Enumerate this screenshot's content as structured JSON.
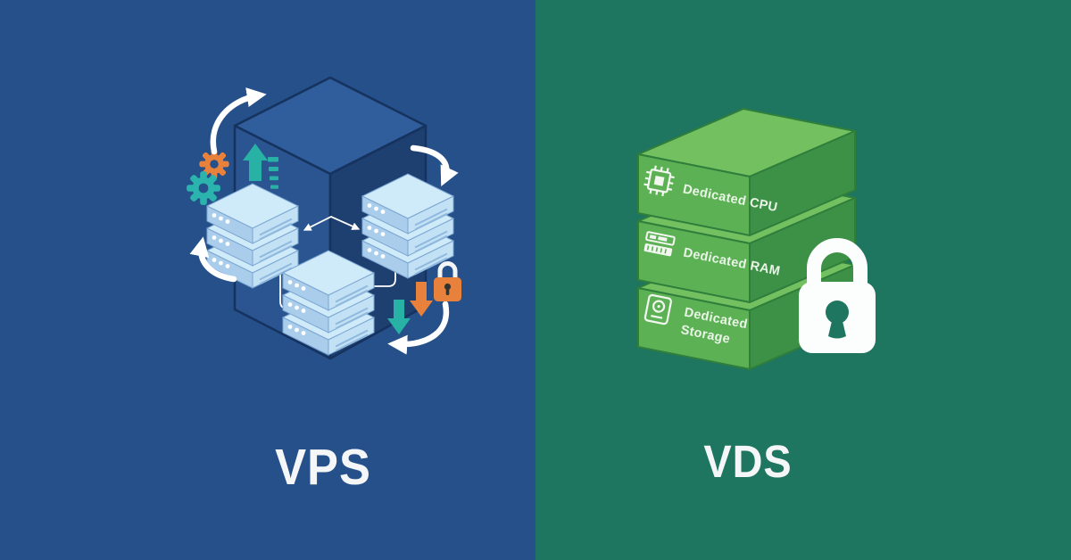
{
  "left_panel": {
    "title": "VPS",
    "background_color": "#26508a",
    "illustration": {
      "subject": "shared host cube with multiple virtual server stacks",
      "icons": [
        "gear-icon",
        "gear-icon",
        "up-arrow-icon",
        "server-stack-icon",
        "server-stack-icon",
        "server-stack-icon",
        "curved-arrow-icon",
        "curved-arrow-icon",
        "curved-arrow-icon",
        "curved-arrow-icon",
        "down-arrow-icon",
        "down-arrow-icon",
        "lock-icon"
      ],
      "colors": {
        "cube_top": "#305d9b",
        "cube_left": "#2a5590",
        "cube_right": "#1e4070",
        "server_top": "#cfeaf8",
        "server_front": "#a9cdeb",
        "accent_teal": "#2ab4ad",
        "accent_orange": "#e8813b",
        "flow_arrows": "#ffffff"
      }
    }
  },
  "right_panel": {
    "title": "VDS",
    "background_color": "#1e7560",
    "boxes": [
      {
        "icon": "cpu-icon",
        "label": "Dedicated CPU"
      },
      {
        "icon": "ram-icon",
        "label": "Dedicated RAM"
      },
      {
        "icon": "storage-icon",
        "label": "Dedicated Storage",
        "label_line1": "Dedicated",
        "label_line2": "Storage"
      }
    ],
    "lock": {
      "icon": "lock-icon",
      "color": "#fcfdfd"
    },
    "colors": {
      "box_top": "#72c05f",
      "box_front": "#5cb155",
      "box_right": "#3d9147",
      "box_edge": "#2f7e3b"
    }
  }
}
